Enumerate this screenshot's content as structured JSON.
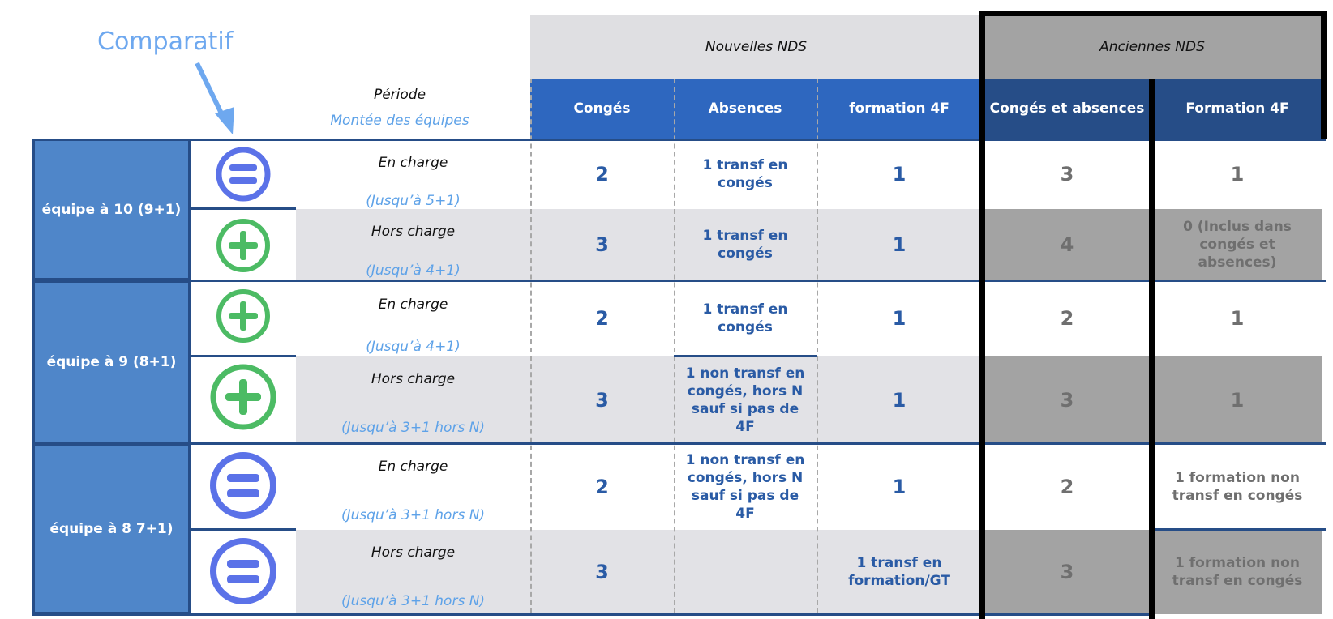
{
  "header": {
    "comparatif": "Comparatif",
    "periode_title": "Période",
    "periode_subtitle": "Montée des équipes",
    "nouvelles_nds": "Nouvelles NDS",
    "anciennes_nds": "Anciennes NDS"
  },
  "columns": {
    "conges": "Congés",
    "absences": "Absences",
    "formation_4f": "formation 4F",
    "conges_absences": "Congés et absences",
    "formation_4f_old": "Formation 4F"
  },
  "teams": [
    {
      "label": "équipe à 10 (9+1)"
    },
    {
      "label": "équipe à 9 (8+1)"
    },
    {
      "label": "équipe à 8 7+1)"
    }
  ],
  "rows": [
    {
      "icon": "equal-icon",
      "periode": "En charge",
      "sub": "(Jusqu’à 5+1)",
      "conges": "2",
      "absences": "1 transf en congés",
      "formation": "1",
      "old_conges": "3",
      "old_formation": "1"
    },
    {
      "icon": "plus-icon",
      "periode": "Hors charge",
      "sub": "(Jusqu’à 4+1)",
      "conges": "3",
      "absences": "1 transf en congés",
      "formation": "1",
      "old_conges": "4",
      "old_formation": "0 (Inclus dans congés et absences)"
    },
    {
      "icon": "plus-icon",
      "periode": "En charge",
      "sub": "(Jusqu’à 4+1)",
      "conges": "2",
      "absences": "1 transf en congés",
      "formation": "1",
      "old_conges": "2",
      "old_formation": "1"
    },
    {
      "icon": "plus-icon",
      "periode": "Hors charge",
      "sub": "(Jusqu’à 3+1 hors N)",
      "conges": "3",
      "absences": "1 non transf en congés, hors N sauf si pas de 4F",
      "formation": "1",
      "old_conges": "3",
      "old_formation": "1"
    },
    {
      "icon": "equal-icon",
      "periode": "En charge",
      "sub": "(Jusqu’à 3+1 hors N)",
      "conges": "2",
      "absences": "1 non transf en congés, hors N sauf si pas de 4F",
      "formation": "1",
      "old_conges": "2",
      "old_formation": "1 formation non transf en congés"
    },
    {
      "icon": "equal-icon",
      "periode": "Hors charge",
      "sub": "(Jusqu’à 3+1 hors N)",
      "conges": "3",
      "absences": "",
      "formation": "1 transf en formation/GT",
      "old_conges": "3",
      "old_formation": "1 formation non transf en congés"
    }
  ],
  "colors": {
    "equal_icon": "#5b72e8",
    "plus_icon": "#4cbb64",
    "accent_blue": "#2e67bf",
    "dark_blue": "#264d87"
  }
}
